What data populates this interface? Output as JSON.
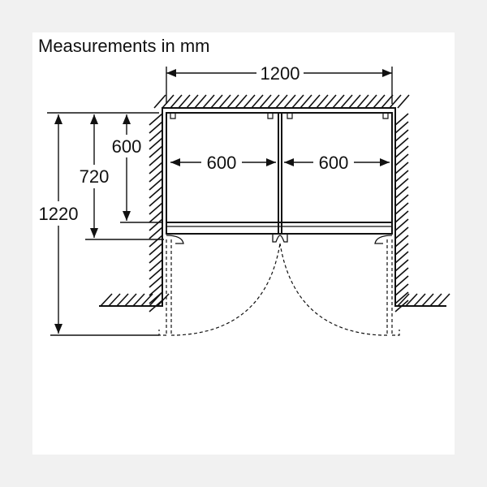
{
  "title": "Measurements in mm",
  "dimensions": {
    "total_width": "1200",
    "left_door_width": "600",
    "right_door_width": "600",
    "cabinet_depth": "600",
    "depth_with_doors": "720",
    "depth_doors_open": "1220"
  },
  "colors": {
    "line": "#111111",
    "background": "#ffffff",
    "frame": "#f1f1f1"
  }
}
